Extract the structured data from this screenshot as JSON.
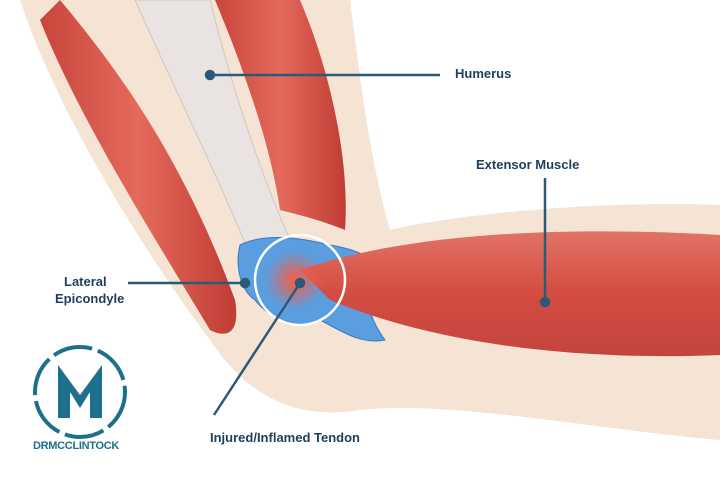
{
  "labels": {
    "humerus": "Humerus",
    "extensor_muscle": "Extensor Muscle",
    "lateral_epicondyle_line1": "Lateral",
    "lateral_epicondyle_line2": "Epicondyle",
    "injured_tendon": "Injured/Inflamed Tendon"
  },
  "logo": {
    "letter": "M",
    "name": "DRMCCLINTOCK"
  },
  "colors": {
    "skin": "#f5e3d4",
    "muscle": "#d9534a",
    "tendon": "#4a90d9",
    "label": "#1f3d5c",
    "leader": "#2b5a78",
    "logo": "#1e6f8e"
  }
}
